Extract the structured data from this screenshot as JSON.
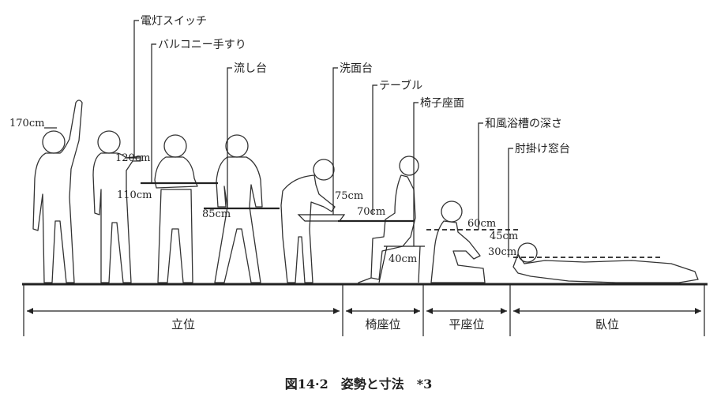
{
  "labels": {
    "light_switch": "電灯スイッチ",
    "balcony_rail": "バルコニー手すり",
    "sink": "流し台",
    "washbasin": "洗面台",
    "table": "テーブル",
    "chair_seat": "椅子座面",
    "japanese_bath": "和風浴槽の深さ",
    "elbow_window": "肘掛け窓台"
  },
  "dimensions": {
    "d170": "170cm",
    "d120": "120cm",
    "d110": "110cm",
    "d85": "85cm",
    "d75": "75cm",
    "d70": "70cm",
    "d40": "40cm",
    "d60": "60cm",
    "d45": "45cm",
    "d30": "30cm"
  },
  "zones": {
    "standing": "立位",
    "chair": "椅座位",
    "floor": "平座位",
    "lying": "臥位"
  },
  "caption": "図14·2　姿勢と寸法　*3"
}
